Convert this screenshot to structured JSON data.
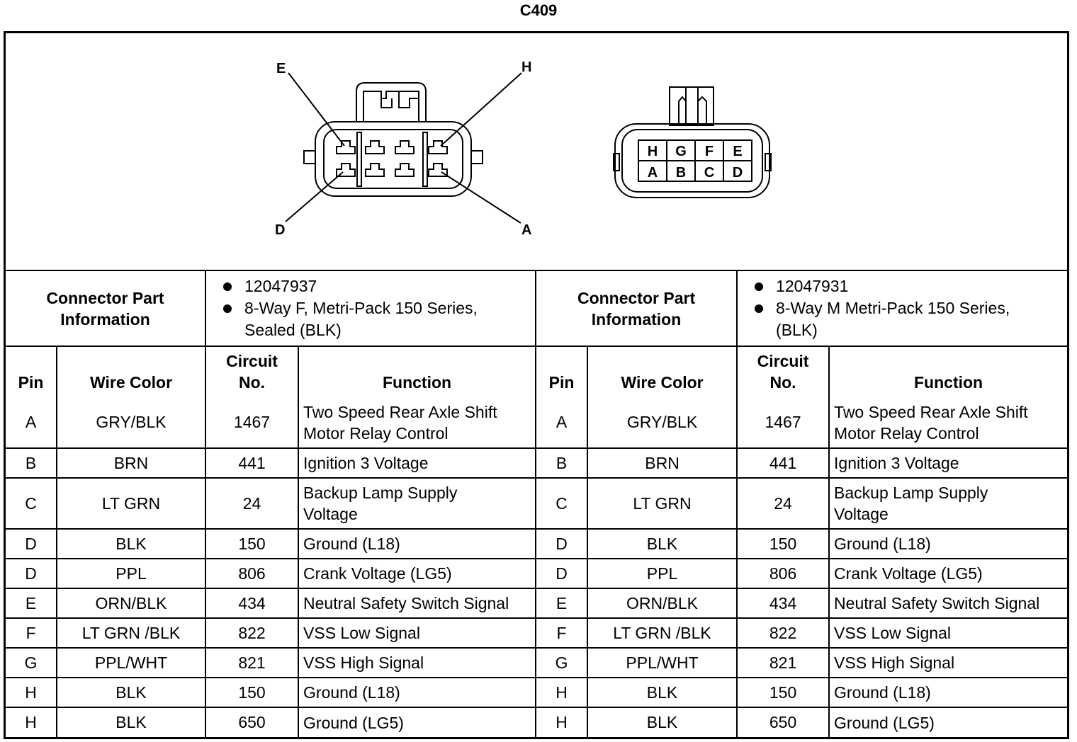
{
  "title": "C409",
  "left_connector": {
    "callouts": {
      "top_left": "E",
      "top_right": "H",
      "bottom_left": "D",
      "bottom_right": "A"
    }
  },
  "right_connector": {
    "row_top": [
      "H",
      "G",
      "F",
      "E"
    ],
    "row_bottom": [
      "A",
      "B",
      "C",
      "D"
    ]
  },
  "info": {
    "label_line1": "Connector Part",
    "label_line2": "Information",
    "left": {
      "part": "12047937",
      "desc_line1": "8-Way F, Metri-Pack 150 Series,",
      "desc_line2": "Sealed (BLK)"
    },
    "right": {
      "part": "12047931",
      "desc_line1": "8-Way M Metri-Pack 150 Series,",
      "desc_line2": "(BLK)"
    }
  },
  "headers": {
    "pin": "Pin",
    "wire": "Wire Color",
    "circuit_line1": "Circuit",
    "circuit_line2": "No.",
    "function": "Function"
  },
  "rows": [
    {
      "pin": "A",
      "wire": "GRY/BLK",
      "circuit": "1467",
      "f1": "Two Speed Rear Axle Shift",
      "f2": "Motor Relay Control"
    },
    {
      "pin": "B",
      "wire": "BRN",
      "circuit": "441",
      "f1": "Ignition 3 Voltage",
      "f2": ""
    },
    {
      "pin": "C",
      "wire": "LT GRN",
      "circuit": "24",
      "f1": "Backup Lamp Supply",
      "f2": "Voltage"
    },
    {
      "pin": "D",
      "wire": "BLK",
      "circuit": "150",
      "f1": "Ground (L18)",
      "f2": ""
    },
    {
      "pin": "D",
      "wire": "PPL",
      "circuit": "806",
      "f1": "Crank Voltage (LG5)",
      "f2": ""
    },
    {
      "pin": "E",
      "wire": "ORN/BLK",
      "circuit": "434",
      "f1": "Neutral Safety Switch Signal",
      "f2": ""
    },
    {
      "pin": "F",
      "wire": "LT GRN /BLK",
      "circuit": "822",
      "f1": "VSS Low Signal",
      "f2": ""
    },
    {
      "pin": "G",
      "wire": "PPL/WHT",
      "circuit": "821",
      "f1": "VSS High Signal",
      "f2": ""
    },
    {
      "pin": "H",
      "wire": "BLK",
      "circuit": "150",
      "f1": "Ground (L18)",
      "f2": ""
    },
    {
      "pin": "H",
      "wire": "BLK",
      "circuit": "650",
      "f1": "Ground (LG5)",
      "f2": ""
    }
  ]
}
